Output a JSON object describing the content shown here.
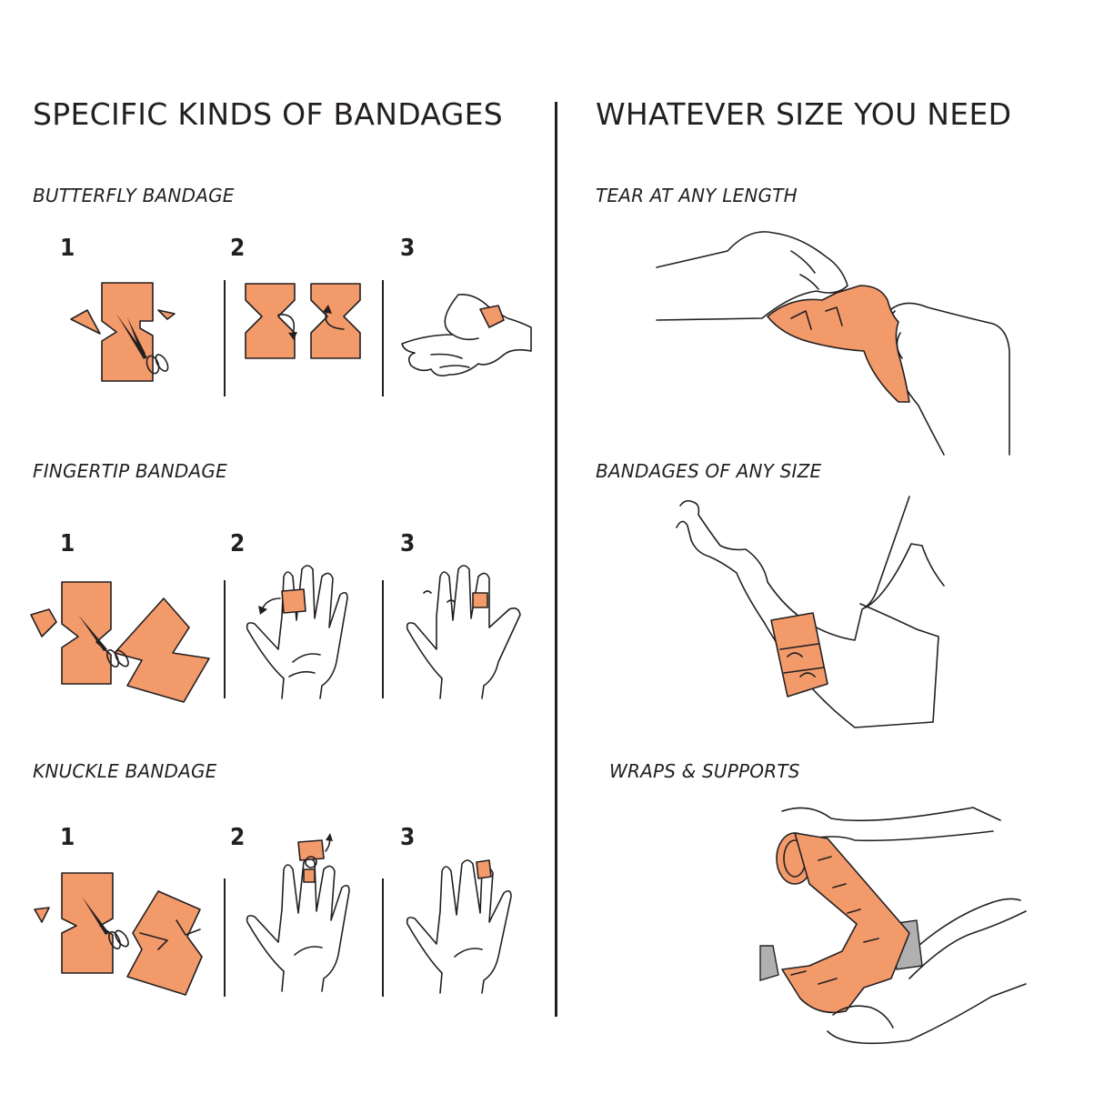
{
  "left_column": {
    "heading": "SPECIFIC KINDS OF BANDAGES",
    "sections": [
      {
        "title": "BUTTERFLY BANDAGE",
        "steps": [
          "1",
          "2",
          "3"
        ]
      },
      {
        "title": "FINGERTIP BANDAGE",
        "steps": [
          "1",
          "2",
          "3"
        ]
      },
      {
        "title": "KNUCKLE BANDAGE",
        "steps": [
          "1",
          "2",
          "3"
        ]
      }
    ]
  },
  "right_column": {
    "heading": "WHATEVER SIZE YOU NEED",
    "sections": [
      {
        "title": "TEAR AT ANY LENGTH"
      },
      {
        "title": "BANDAGES OF ANY SIZE"
      },
      {
        "title": "WRAPS & SUPPORTS"
      }
    ]
  },
  "colors": {
    "bandage": "#f39a6b",
    "ink": "#231f20",
    "background": "#ffffff"
  },
  "icons": [
    "scissors-icon",
    "curved-arrow-icon",
    "bandage-shape-icon",
    "hand-icon",
    "arm-icon",
    "leg-icon"
  ]
}
